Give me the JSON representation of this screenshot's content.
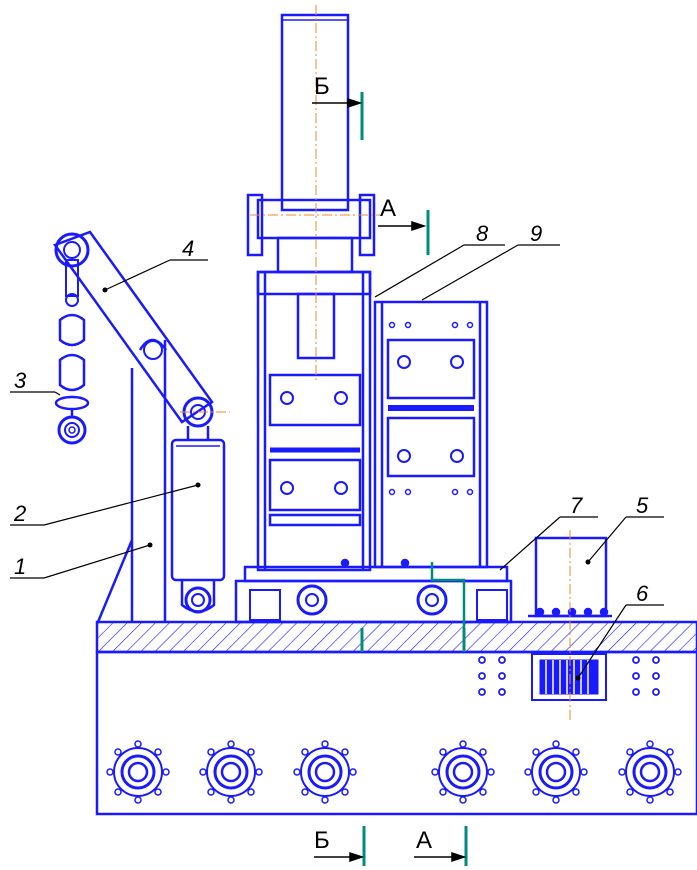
{
  "colors": {
    "outline": "#1a1aff",
    "section_mark": "#008b7b",
    "axis_line": "#f08a2a",
    "leader_line": "#000000",
    "background": "#ffffff"
  },
  "callouts": {
    "c1": "1",
    "c2": "2",
    "c3": "3",
    "c4": "4",
    "c5": "5",
    "c6": "6",
    "c7": "7",
    "c8": "8",
    "c9": "9"
  },
  "sections": {
    "A": "А",
    "B": "Б"
  }
}
